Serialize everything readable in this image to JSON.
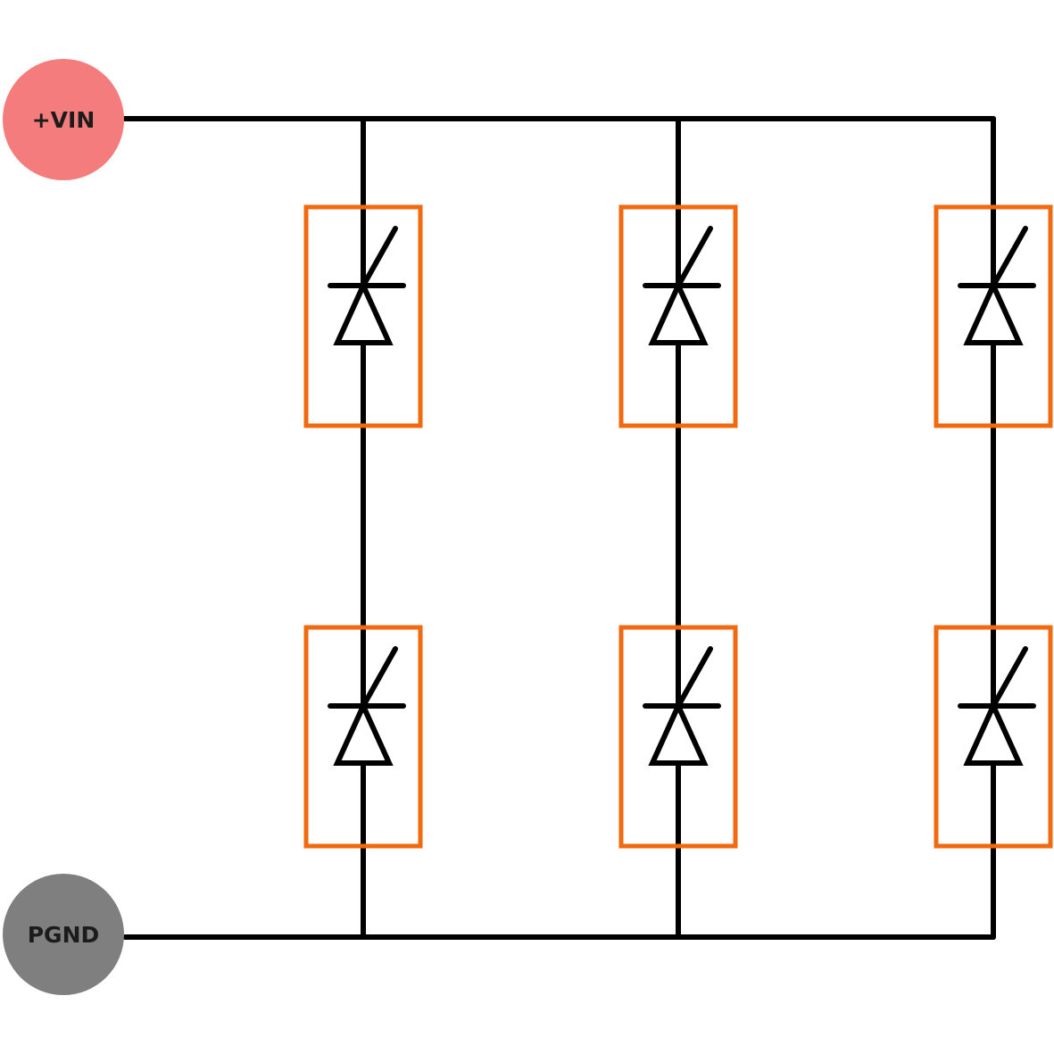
{
  "nodes": {
    "vin": {
      "label": "+VIN",
      "color": "#f47c7c"
    },
    "pgnd": {
      "label": "PGND",
      "color": "#7f7f7f"
    }
  },
  "colors": {
    "wire": "#000000",
    "component_frame": "#f16a0f",
    "background": "#ffffff"
  },
  "component": {
    "type": "tvs-diode",
    "count": 6,
    "branches": 3,
    "per_branch": 2
  }
}
